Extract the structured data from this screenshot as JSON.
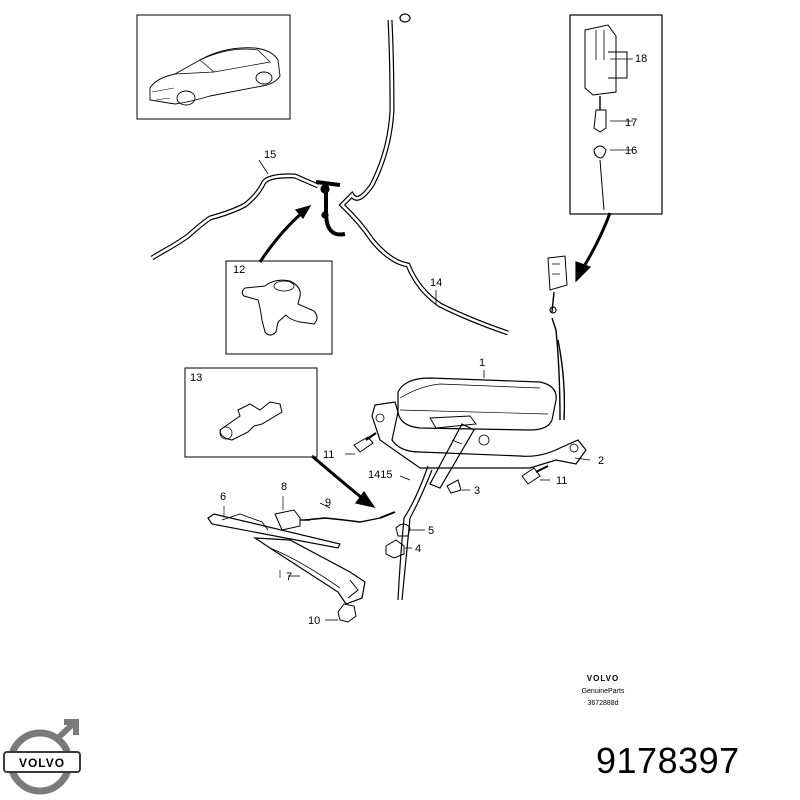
{
  "callouts": {
    "c1": "1",
    "c2": "2",
    "c3": "3",
    "c4": "4",
    "c5": "5",
    "c6": "6",
    "c7": "7",
    "c8": "8",
    "c9": "9",
    "c10": "10",
    "c11a": "11",
    "c11b": "11",
    "c12": "12",
    "c13": "13",
    "c1415": "1415",
    "c14": "14",
    "c15": "15",
    "c16": "16",
    "c17": "17",
    "c18": "18"
  },
  "brand_block": {
    "brand": "VOLVO",
    "subtitle": "GenuineParts",
    "diagram_code": "3672888d"
  },
  "logo": {
    "text": "VOLVO"
  },
  "part_number": "9178397",
  "colors": {
    "ink": "#000000",
    "logo_ring": "#7a7a7a",
    "logo_bar": "#3a3a3a"
  }
}
